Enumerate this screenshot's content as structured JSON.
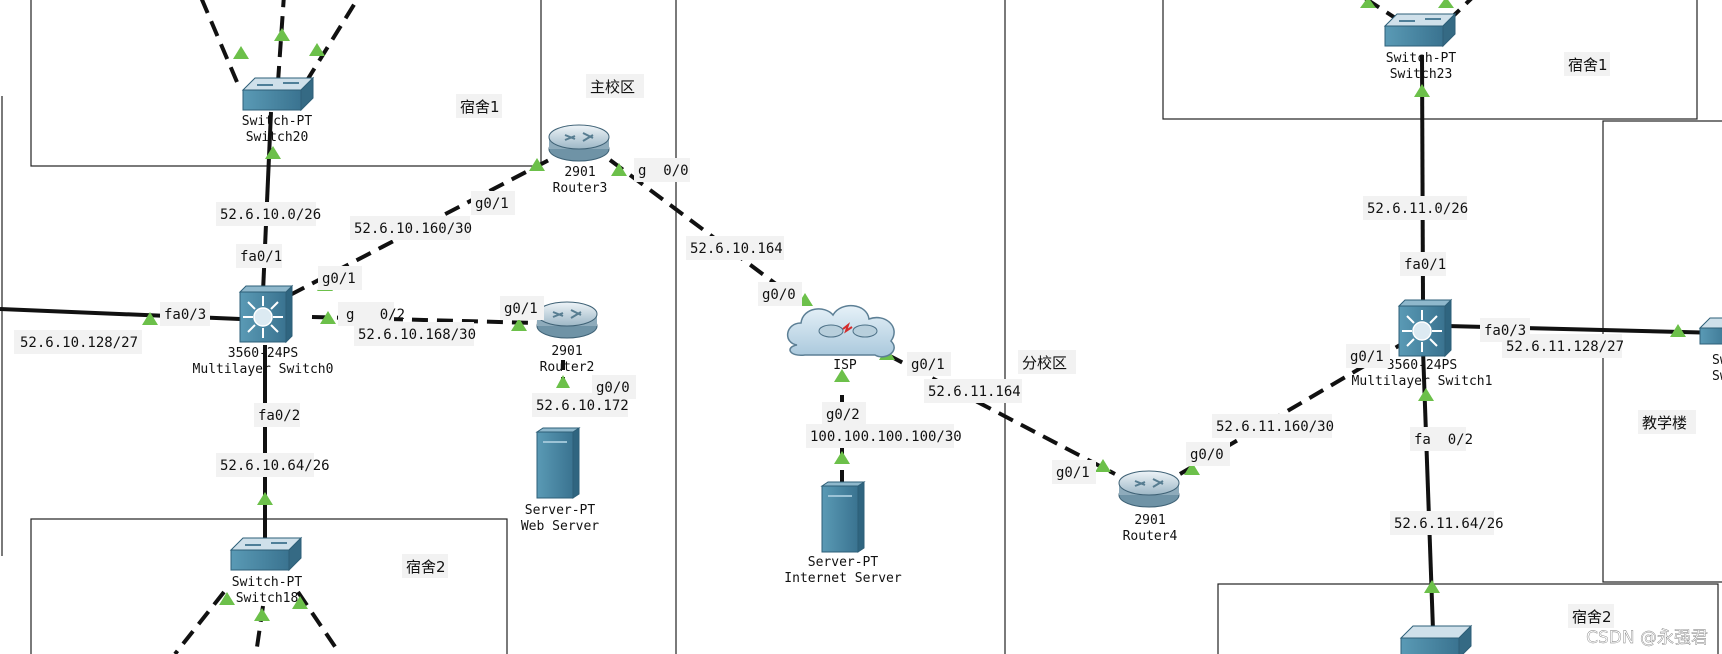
{
  "areas": {
    "main_campus": "主校区",
    "branch_campus": "分校区",
    "dorm1_left": "宿舍1",
    "dorm2_left": "宿舍2",
    "dorm1_right": "宿舍1",
    "dorm2_right": "宿舍2",
    "teaching_building": "教学楼"
  },
  "devices": {
    "switch20": {
      "model": "Switch-PT",
      "name": "Switch20"
    },
    "switch18": {
      "model": "Switch-PT",
      "name": "Switch18"
    },
    "switch23": {
      "model": "Switch-PT",
      "name": "Switch23"
    },
    "mls0": {
      "model": "3560-24PS",
      "name": "Multilayer Switch0"
    },
    "mls1": {
      "model": "3560-24PS",
      "name": "Multilayer Switch1"
    },
    "router3": {
      "model": "2901",
      "name": "Router3"
    },
    "router2": {
      "model": "2901",
      "name": "Router2"
    },
    "router4": {
      "model": "2901",
      "name": "Router4"
    },
    "isp": {
      "name": "ISP"
    },
    "web_server": {
      "model": "Server-PT",
      "name": "Web Server"
    },
    "internet_server": {
      "model": "Server-PT",
      "name": "Internet Server"
    },
    "right_edge_switch": {
      "partial_line1": "Swi",
      "partial_line2": "Sw"
    }
  },
  "labels": {
    "net_52_6_10_0": "52.6.10.0/26",
    "mls0_fa01": "fa0/1",
    "net_52_6_10_160": "52.6.10.160/30",
    "r3_g01": "g0/1",
    "mls0_g01": "g0/1",
    "r3_g00": "g  0/0",
    "net_52_6_10_164": "52.6.10.164",
    "isp_g00": "g0/0",
    "mls0_fa03": "fa0/3",
    "net_52_6_10_128": "52.6.10.128/27",
    "mls0_g02": "g   0/2",
    "r2_g01": "g0/1",
    "net_52_6_10_168": "52.6.10.168/30",
    "r2_g00": "g0/0",
    "net_52_6_10_172": "52.6.10.172",
    "mls0_fa02": "fa0/2",
    "net_52_6_10_64": "52.6.10.64/26",
    "isp_g01": "g0/1",
    "net_52_6_11_164": "52.6.11.164",
    "isp_g02": "g0/2",
    "net_100": "100.100.100.100/30",
    "r4_g01": "g0/1",
    "r4_g00": "g0/0",
    "net_52_6_11_160": "52.6.11.160/30",
    "mls1_g01": "g0/1",
    "net_52_6_11_0": "52.6.11.0/26",
    "mls1_fa01": "fa0/1",
    "mls1_fa03": "fa0/3",
    "net_52_6_11_128": "52.6.11.128/27",
    "mls1_fa02": "fa  0/2",
    "net_52_6_11_64": "52.6.11.64/26"
  },
  "watermark": "CSDN @永强君",
  "colors": {
    "background": "#ffffff",
    "link": "#111111",
    "link_up_triangle": "#6cc04a",
    "device_body": "#4e8ea8",
    "router_top": "#dbe7ee",
    "label_bg": "#f2f2f2"
  }
}
